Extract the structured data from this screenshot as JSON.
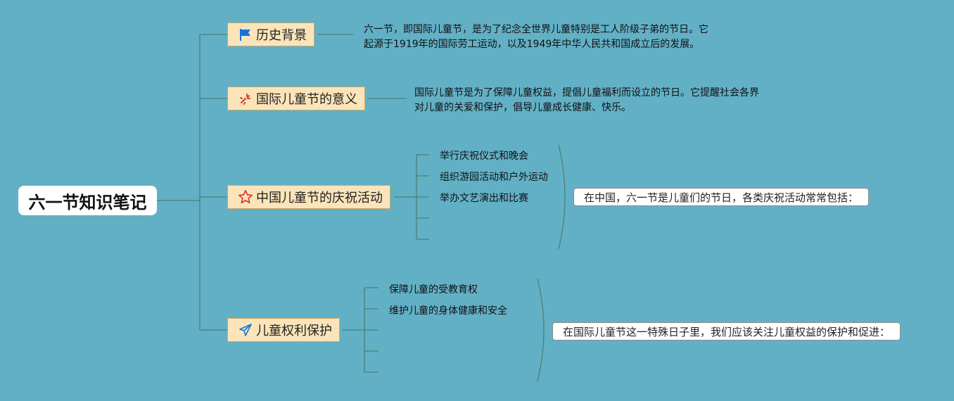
{
  "root": {
    "title": "六一节知识笔记"
  },
  "branches": [
    {
      "label": "历史背景",
      "icon": "flag-icon",
      "description": [
        "六一节，即国际儿童节，是为了纪念全世界儿童特别是工人阶级子弟的节日。它",
        "起源于1919年的国际劳工运动，以及1949年中华人民共和国成立后的发展。"
      ]
    },
    {
      "label": "国际儿童节的意义",
      "icon": "sparkle-icon",
      "description": [
        "国际儿童节是为了保障儿童权益，提倡儿童福利而设立的节日。它提醒社会各界",
        "对儿童的关爱和保护，倡导儿童成长健康、快乐。"
      ]
    },
    {
      "label": "中国儿童节的庆祝活动",
      "icon": "star-outline-icon",
      "items": [
        "举行庆祝仪式和晚会",
        "组织游园活动和户外运动",
        "举办文艺演出和比赛"
      ],
      "summary": "在中国，六一节是儿童们的节日，各类庆祝活动常常包括："
    },
    {
      "label": "儿童权利保护",
      "icon": "paper-plane-icon",
      "items": [
        "保障儿童的受教育权",
        "维护儿童的身体健康和安全"
      ],
      "summary": "在国际儿童节这一特殊日子里，我们应该关注儿童权益的保护和促进："
    }
  ],
  "colors": {
    "background": "#62b0c6",
    "connector": "#4e7f73",
    "branch_fill": "#fbe4b9",
    "icon_blue": "#1a73d9",
    "icon_red": "#d23b2a"
  }
}
